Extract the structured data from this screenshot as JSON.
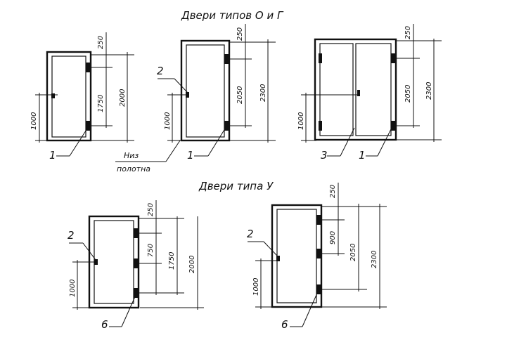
{
  "headings": {
    "types_o_g": "Двери типов О и Г",
    "type_u": "Двери типа У"
  },
  "note": {
    "line1": "Низ",
    "line2": "полотна"
  },
  "dimensions": {
    "d250": "250",
    "d900": "900",
    "d1000": "1000",
    "d1750": "1750",
    "d2000": "2000",
    "d2050": "2050",
    "d2300": "2300"
  },
  "callouts": {
    "c1": "1",
    "c2": "2",
    "c3": "3",
    "c6": "6"
  }
}
